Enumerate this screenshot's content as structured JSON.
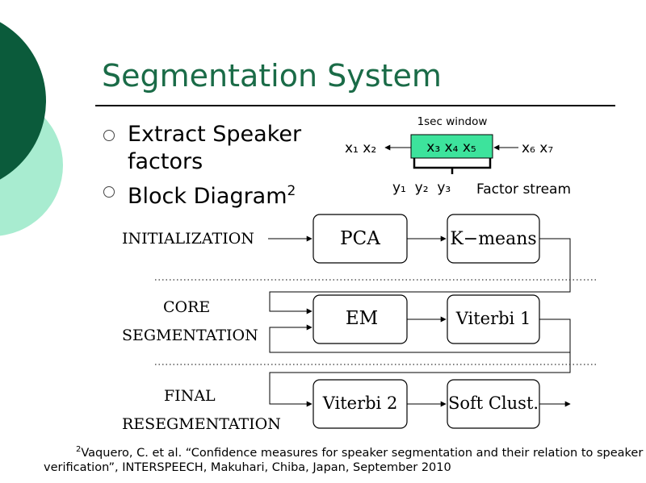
{
  "slide": {
    "title": "Segmentation System",
    "bullets": [
      {
        "text": "Extract Speaker factors",
        "sup": ""
      },
      {
        "text": "Block Diagram",
        "sup": "2"
      }
    ]
  },
  "window_diagram": {
    "window_label": "1sec window",
    "left_items": "x₁ x₂",
    "window_items": "x₃ x₄ x₅",
    "right_items": "x₆ x₇",
    "output_items": "y₁  y₂  y₃",
    "stream_label": "Factor stream"
  },
  "block_diagram": {
    "stages": {
      "initialization": "INITIALIZATION",
      "core_line1": "CORE",
      "core_line2": "SEGMENTATION",
      "final_line1": "FINAL",
      "final_line2": "RESEGMENTATION"
    },
    "blocks": {
      "pca": "PCA",
      "kmeans": "K−means",
      "em": "EM",
      "viterbi1": "Viterbi 1",
      "viterbi2": "Viterbi 2",
      "softclust": "Soft Clust."
    }
  },
  "footnote": {
    "mark": "2",
    "text": "Vaquero, C. et al. “Confidence measures for speaker segmentation and their relation to speaker verification”, INTERSPEECH, Makuhari, Chiba, Japan, September 2010"
  },
  "colors": {
    "title": "#1a6b47",
    "dark_green": "#0b5b3b",
    "light_green": "#a8ecd0",
    "window_fill": "#3de39c"
  }
}
